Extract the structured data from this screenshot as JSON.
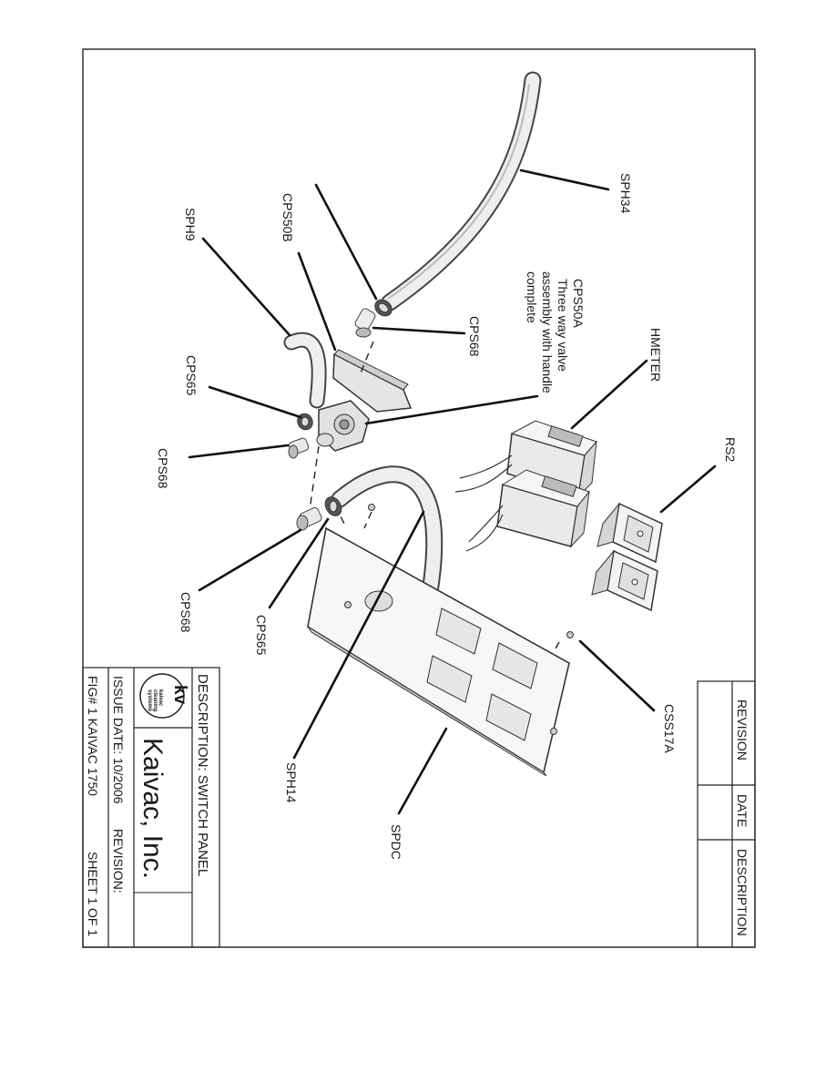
{
  "parts": {
    "sph34": "SPH34",
    "cps50b": "CPS50B",
    "sph9": "SPH9",
    "cps65_top": "CPS65",
    "cps68_left_top": "CPS68",
    "cps68_right": "CPS68",
    "cps50a": "CPS50A",
    "cps50a_desc": [
      "Three way valve",
      "assembly with handle",
      "complete"
    ],
    "hmeter": "HMETER",
    "rs2": "RS2",
    "cps68_left_bottom": "CPS68",
    "cps65_bottom": "CPS65",
    "css17a": "CSS17A",
    "sph14": "SPH14",
    "spdc": "SPDC"
  },
  "revision_block": {
    "revision_header": "REVISION",
    "date_header": "DATE",
    "description_header": "DESCRIPTION"
  },
  "title_block": {
    "description": "DESCRIPTION: SWITCH PANEL",
    "company": "Kaivac, Inc.",
    "logo_text": [
      "kaivac",
      "cleaning",
      "systems"
    ],
    "logo_letters": "kv",
    "issue_date": "ISSUE DATE: 10/2006",
    "revision": "REVISION:",
    "figure": "FIG# 1  KAIVAC 1750",
    "sheet": "SHEET 1 OF 1"
  }
}
